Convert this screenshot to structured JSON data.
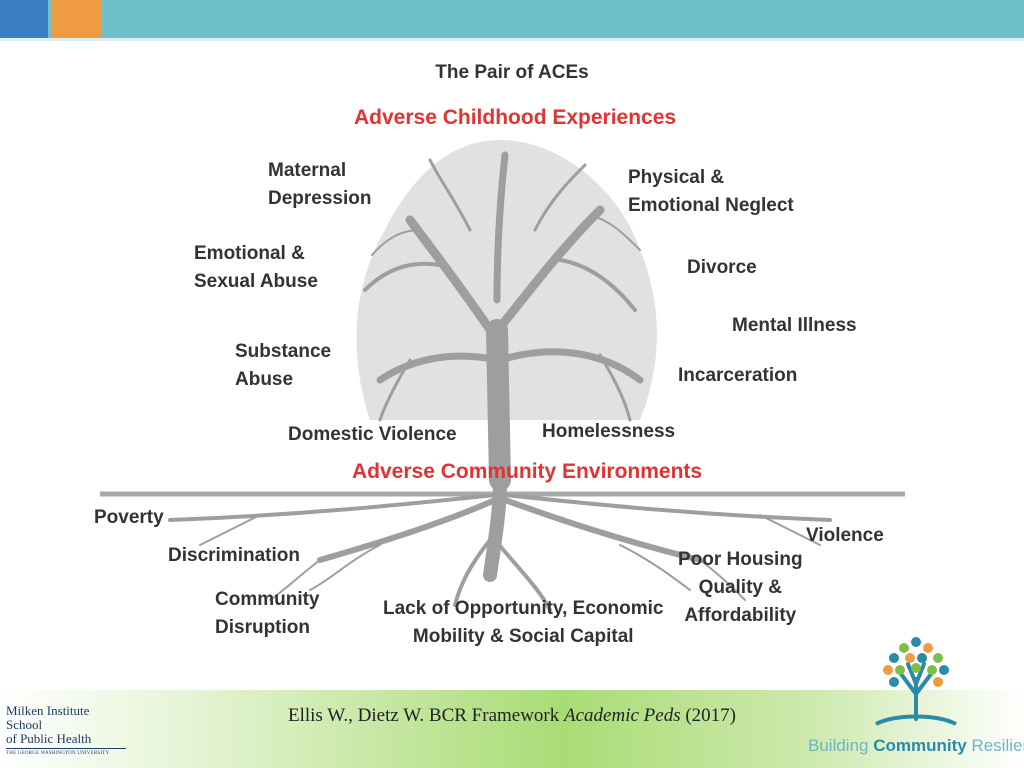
{
  "title": "The Pair of ACEs",
  "top_heading": "Adverse Childhood Experiences",
  "bottom_heading": "Adverse Community Environments",
  "childhood_labels": [
    "Maternal\nDepression",
    "Emotional &\nSexual Abuse",
    "Substance\nAbuse",
    "Domestic Violence",
    "Physical &\nEmotional Neglect",
    "Divorce",
    "Mental Illness",
    "Incarceration",
    "Homelessness"
  ],
  "community_labels": [
    "Poverty",
    "Discrimination",
    "Community\nDisruption",
    "Lack of Opportunity, Economic\nMobility & Social Capital",
    "Poor Housing\nQuality &\nAffordability",
    "Violence"
  ],
  "footer": {
    "citation_prefix": "Ellis W., Dietz W. BCR Framework ",
    "citation_journal": "Academic Peds",
    "citation_year": " (2017)",
    "milken_line1": "Milken Institute School",
    "milken_line2": "of Public Health",
    "milken_line3": "THE GEORGE WASHINGTON UNIVERSITY",
    "bcr_part1": "Building ",
    "bcr_part2": "Community",
    "bcr_part3": " Resilience"
  },
  "colors": {
    "header_bar": "#6fc0c8",
    "header_square_blue": "#3a7fc0",
    "header_square_orange": "#ef9b43",
    "heading_red": "#e03434",
    "tree_gray": "#a8a8a8",
    "footer_green": "#a9dc75"
  }
}
